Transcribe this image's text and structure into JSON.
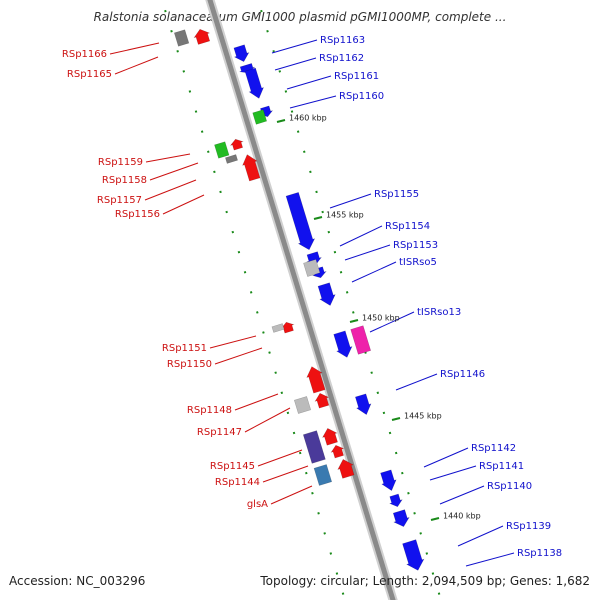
{
  "map": {
    "title": "Ralstonia solanacearum GMI1000 plasmid pGMI1000MP, complete ...",
    "accession_label": "Accession: NC_003296",
    "summary_label": "Topology: circular; Length: 2,094,509 bp; Genes: 1,682",
    "scale_labels": [
      "1460 kbp",
      "1455 kbp",
      "1450 kbp",
      "1445 kbp",
      "1440 kbp"
    ],
    "left_labels": [
      "RSp1166",
      "RSp1165",
      "RSp1159",
      "RSp1158",
      "RSp1157",
      "RSp1156",
      "RSp1151",
      "RSp1150",
      "RSp1148",
      "RSp1147",
      "RSp1145",
      "RSp1144",
      "glsA"
    ],
    "right_labels": [
      "RSp1163",
      "RSp1162",
      "RSp1161",
      "RSp1160",
      "RSp1155",
      "RSp1154",
      "RSp1153",
      "tISRso5",
      "tISRso13",
      "RSp1146",
      "RSp1142",
      "RSp1141",
      "RSp1140",
      "RSp1139",
      "RSp1138"
    ],
    "colors": {
      "backbone": "#8a8a8a",
      "forward_gene": "#1111ee",
      "reverse_gene": "#ee1111",
      "rna_green": "#22bb22",
      "pseudo_gray": "#bbbbbb",
      "mobile_pink": "#ee22aa",
      "purple_gene": "#4a3a9a",
      "steel_gene": "#3a7ab0",
      "scale_dash": "#1a8a1a"
    }
  }
}
